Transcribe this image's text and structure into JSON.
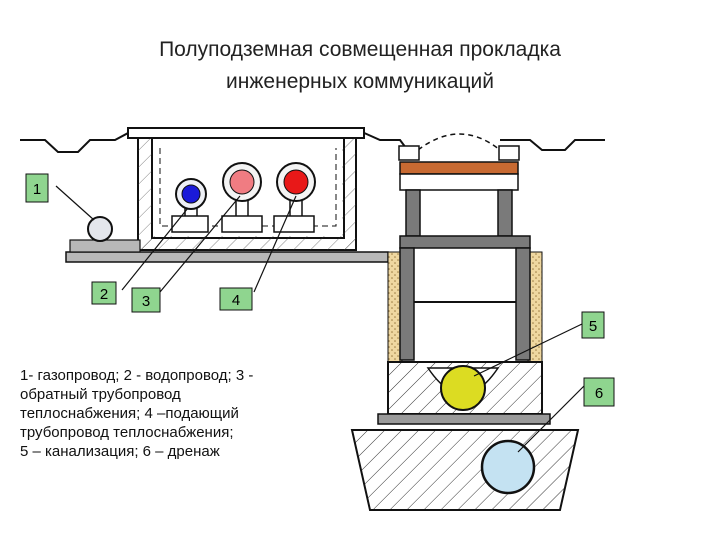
{
  "title": {
    "line1": "Полуподземная совмещенная  прокладка",
    "line2": "инженерных коммуникаций"
  },
  "labels": [
    "1",
    "2",
    "3",
    "4",
    "5",
    "6"
  ],
  "legend_lines": [
    "1- газопровод; 2 - водопровод;  3 -",
    "обратный трубопровод",
    "теплоснабжения;  4 –подающий",
    "трубопровод теплоснабжения;",
    "5 –  канализация; 6 – дренаж"
  ],
  "colors": {
    "gas_pipe": "#e4e6ec",
    "water_pipe": "#1a1ad8",
    "return_heat_pipe": "#f07c82",
    "supply_heat_pipe": "#e81818",
    "sewer_pipe": "#dcdc22",
    "drain_pipe": "#c4e2f2",
    "label_box": "#8fd58f",
    "structure": "#7a7a7a",
    "brick": "#d07838"
  }
}
